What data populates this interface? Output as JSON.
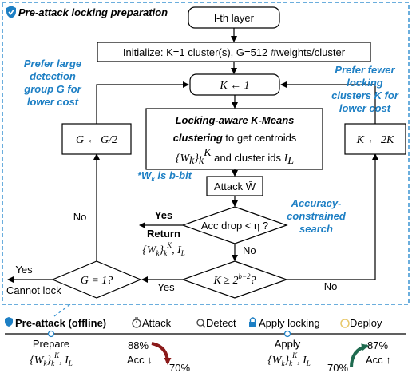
{
  "header": {
    "title": "Pre-attack locking preparation"
  },
  "boxes": {
    "layer": "l-th layer",
    "init": "Initialize: K=1 cluster(s), G=512 #weights/cluster",
    "k_reset": "K ← 1",
    "kmeans_line1": "Locking-aware K-Means",
    "kmeans_line2a": "clustering",
    "kmeans_line2b": " to get centroids",
    "kmeans_line3a": "{W",
    "kmeans_line3b": "}",
    "kmeans_line3c": " and cluster ids ",
    "kmeans_line3d": "I",
    "kmeans_line3e": "L",
    "attack": "Attack Ŵ",
    "g_halve": "G ← G/2",
    "k_double": "K ← 2K"
  },
  "diamonds": {
    "acc_drop": "Acc drop < η ?",
    "k_check": "K ≥ 2^(b−2)?",
    "g_check": "G = 1?"
  },
  "notes": {
    "left1": "Prefer large",
    "left2": "detection",
    "left3": "group G for",
    "left4": "lower cost",
    "right1": "Prefer fewer",
    "right2": "locking",
    "right3": "clusters K for",
    "right4": "lower cost",
    "bbit": "*W",
    "bbit2": " is b-bit",
    "acc1": "Accuracy-",
    "acc2": "constrained",
    "acc3": "search"
  },
  "edges": {
    "yes": "Yes",
    "return": "Return",
    "no": "No",
    "cannot_lock": "Cannot lock",
    "return_value": "{W_k}_k^K, I_L"
  },
  "timeline": {
    "title": "Pre-attack (offline)",
    "stages": [
      "Attack",
      "Detect",
      "Apply locking",
      "Deploy"
    ],
    "prepare_label": "Prepare",
    "prepare_value": "{W_k}_k^K, I_L",
    "apply_label": "Apply",
    "apply_value": "{W_k}_k^K, I_L",
    "attack_before": "88%",
    "attack_acc": "Acc ↓",
    "attack_after": "70%",
    "deploy_before": "70%",
    "deploy_acc": "Acc ↑",
    "deploy_after": "87%"
  },
  "colors": {
    "blue": "#1d7fc4",
    "dashed_border": "#3a94d2",
    "attack_arrow": "#8b1a1a",
    "deploy_arrow": "#1f6b4f",
    "attack_icon": "#444444",
    "lock_icon": "#1d7fc4",
    "deploy_icon": "#e8c86a"
  },
  "icons": [
    "shield-icon",
    "stopwatch-icon",
    "magnifier-icon",
    "lock-icon",
    "coin-icon"
  ]
}
